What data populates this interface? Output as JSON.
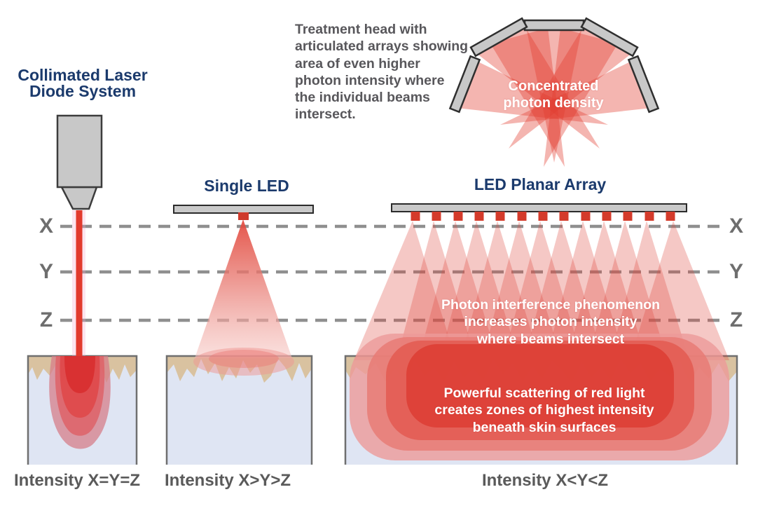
{
  "palette": {
    "title_navy": "#1b3a6c",
    "note_gray": "#58575b",
    "depth_label_gray": "#6e6e6e",
    "dashed_line_gray": "#8f8f8f",
    "device_gray": "#c8c8c8",
    "beam_red": "#e23a2d",
    "led_red": "#d43b2b",
    "skin_tan": "#d9c2a0",
    "skin_blue": "#dfe5f3",
    "white_text": "#ffffff"
  },
  "laser_section": {
    "title_line1": "Collimated Laser",
    "title_line2": "Diode System",
    "intensity_label": "Intensity X=Y=Z"
  },
  "single_led_section": {
    "title": "Single LED",
    "intensity_label": "Intensity X>Y>Z"
  },
  "array_section": {
    "title": "LED Planar Array",
    "intensity_label": "Intensity X<Y<Z",
    "interference_lines": [
      "Photon interference phenomenon",
      "increases photon intensity",
      "where beams intersect"
    ],
    "scattering_lines": [
      "Powerful scattering of red light",
      "creates zones of highest intensity",
      "beneath skin surfaces"
    ]
  },
  "treatment_head": {
    "caption_lines": [
      "Treatment head with",
      "articulated arrays showing",
      "area of even higher",
      "photon intensity where",
      "the individual beams",
      "intersect."
    ],
    "label_line1": "Concentrated",
    "label_line2": "photon density"
  },
  "depth_markers": {
    "left": [
      "X",
      "Y",
      "Z"
    ],
    "right": [
      "X",
      "Y",
      "Z"
    ]
  }
}
